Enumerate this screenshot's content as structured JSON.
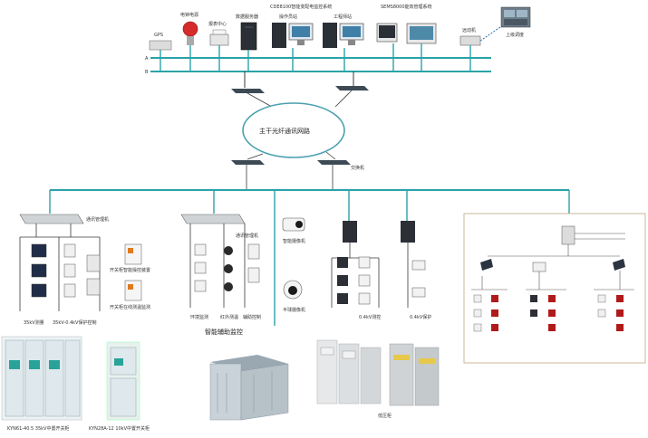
{
  "top_row": {
    "gps": "GPS",
    "clock": "电钟电源",
    "alarm": "报表中心",
    "database": "数据服务器",
    "operator": "操作员站",
    "engineer": "工程师站",
    "cde_system": "CDE8100智能变配电监控系统",
    "sems_system": "SEMS8000能效管理系统",
    "remote": "远动机",
    "dispatch": "上级调度"
  },
  "bus_labels": {
    "a": "A",
    "b": "B"
  },
  "core_network": "主干光纤通讯网路",
  "switch_label": "交换机",
  "section1": {
    "comm_manager": "通讯管理机",
    "protect_label": "35kV测量",
    "relay_label": "35kV-0.4kV保护控制",
    "panel_a": "开关柜智能操控装置",
    "panel_b": "开关柜在线测温监测"
  },
  "section2": {
    "comm_manager": "通讯管理机",
    "env_monitor": "环境监测",
    "infrared": "红外测温",
    "aux_control": "辅助控制",
    "title": "智能辅助监控"
  },
  "section3": {
    "camera": "智能摄像机",
    "dome": "半球摄像机"
  },
  "section4": {
    "meter_label": "0.4kV测控",
    "protect_label": "0.4kV保护"
  },
  "bottom": {
    "cabinet1": "KYN61-40.5 35kV中置开关柜",
    "cabinet2": "KYN28A-12 10kV中置开关柜",
    "lowvolt": "低压柜"
  },
  "colors": {
    "bus": "#2aa3a8",
    "line": "#3a3a3a",
    "switch": "#3d4a56",
    "ellipse": "#4aa0b0"
  }
}
